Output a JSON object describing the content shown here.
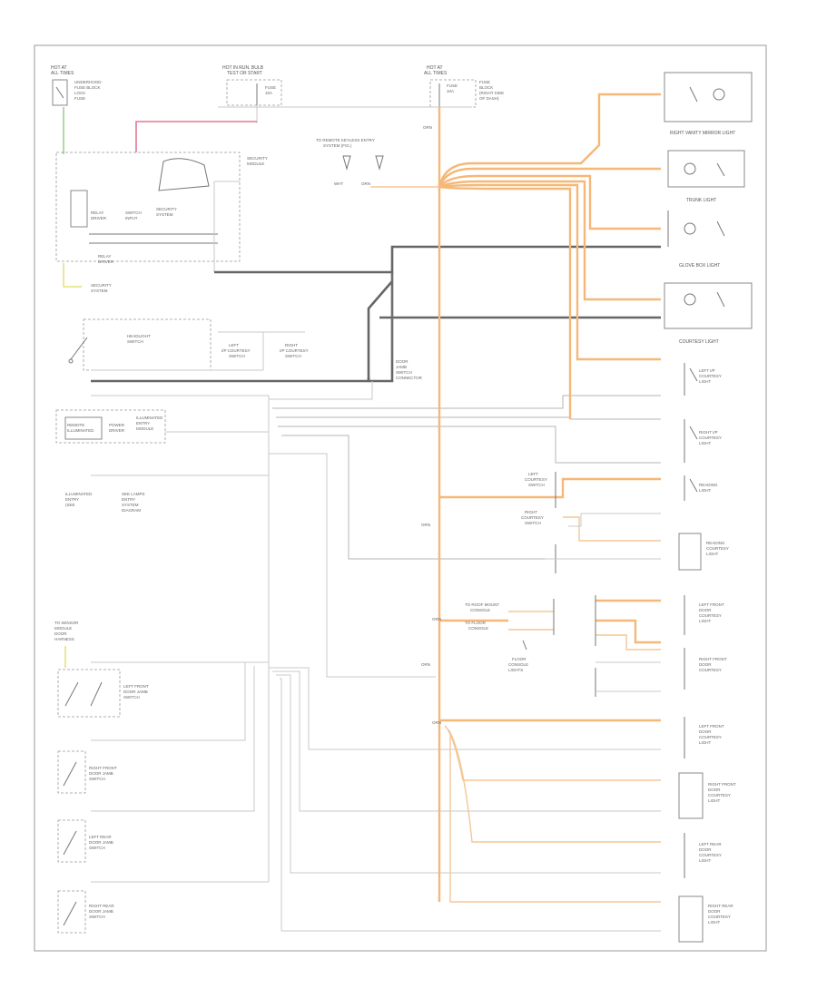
{
  "diagram": {
    "footer_code": "",
    "colors": {
      "hot_wire": "#f5b878",
      "ground_wire": "#666666",
      "signal_wire": "#c8c8c8",
      "pink_wire": "#e27a93",
      "green_wire": "#9ad38f",
      "yellow_wire": "#e6e27a"
    },
    "loads": [
      {
        "id": "right-vanity-mirror-light",
        "label": "RIGHT VANITY MIRROR LIGHT"
      },
      {
        "id": "trunk-light",
        "label": "TRUNK LIGHT"
      },
      {
        "id": "glove-box-light",
        "label": "GLOVE BOX LIGHT"
      },
      {
        "id": "courtesy-light",
        "label": "COURTESY LIGHT"
      }
    ]
  }
}
